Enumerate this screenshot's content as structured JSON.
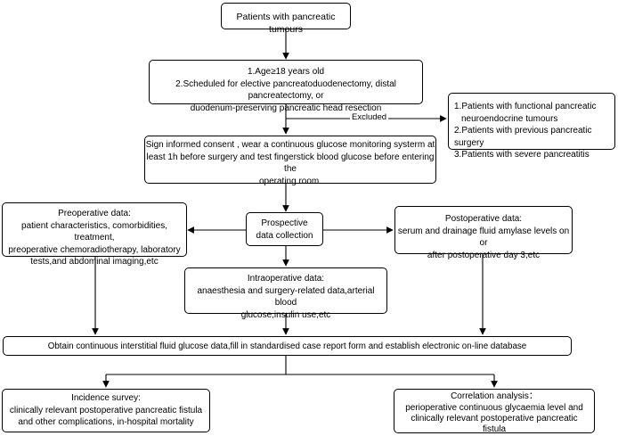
{
  "flow": {
    "start": "Patients with pancreatic tumours",
    "criteria": [
      "1.Age≥18 years old",
      "2.Scheduled for elective pancreatoduodenectomy, distal pancreatectomy, or",
      "duodenum-preserving pancreatic head resection"
    ],
    "excluded_label": "Excluded",
    "exclusions": [
      "1.Patients with functional pancreatic",
      "neuroendocrine tumours",
      "2.Patients with previous pancreatic surgery",
      "3.Patients with severe pancreatitis"
    ],
    "consent": [
      "Sign informed consent , wear a continuous glucose monitoring systerm at",
      "least 1h before surgery and test fingerstick blood glucose  before entering the",
      "operating room."
    ],
    "collection": [
      "Prospective",
      "data collection"
    ],
    "preoperative": {
      "title": "Preoperative data:",
      "lines": [
        "patient characteristics, comorbidities, treatment,",
        "preoperative chemoradiotherapy, laboratory",
        "tests,and abdominal imaging,etc"
      ]
    },
    "postoperative": {
      "title": "Postoperative data:",
      "lines": [
        "serum and drainage fluid amylase levels on or",
        "after postoperative day 3,etc"
      ]
    },
    "intraoperative": {
      "title": "Intraoperative data:",
      "lines": [
        "anaesthesia and surgery-related data,arterial blood",
        "glucose,insulin use,etc"
      ]
    },
    "database": "Obtain continuous interstitial fluid glucose data,fill in standardised case report form and establish electronic on-line database",
    "incidence": {
      "title": "Incidence survey:",
      "lines": [
        "clinically relevant postoperative pancreatic fistula",
        "and other complications, in-hospital mortality"
      ]
    },
    "correlation": {
      "title": "Correlation analysis：",
      "lines": [
        "perioperative continuous glycaemia level and",
        "clinically relevant postoperative pancreatic",
        "fistula"
      ]
    }
  }
}
